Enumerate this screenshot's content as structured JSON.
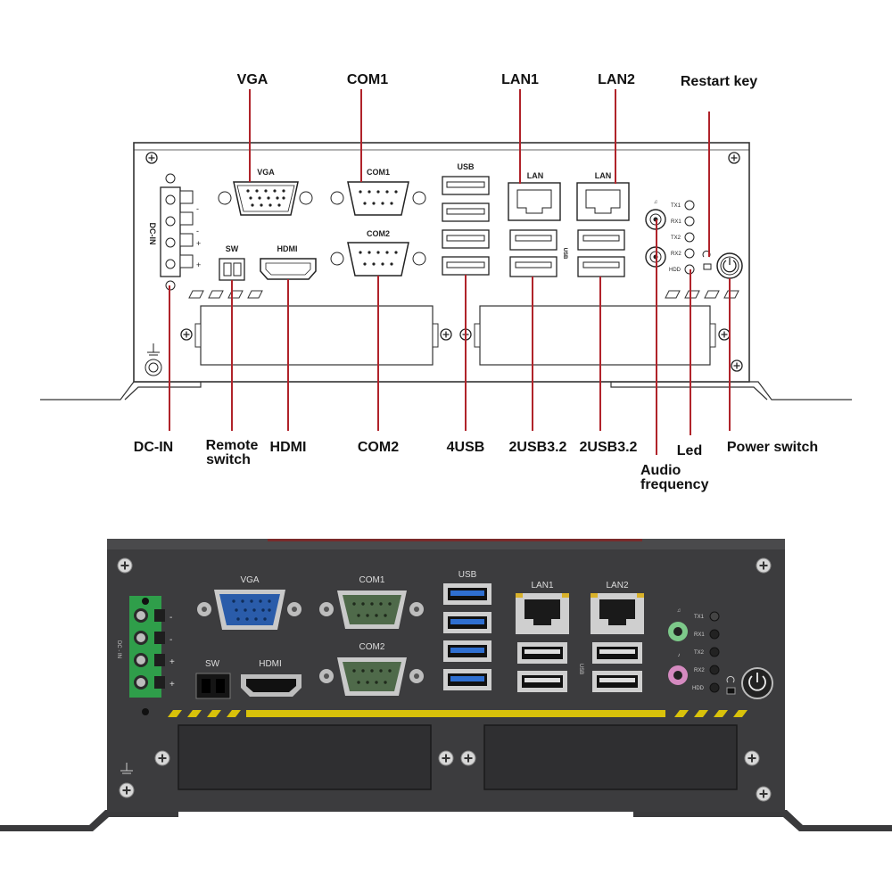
{
  "callouts": {
    "vga": "VGA",
    "com1": "COM1",
    "lan1": "LAN1",
    "lan2": "LAN2",
    "restart_key": "Restart key",
    "dc_in": "DC-IN",
    "remote_switch_line1": "Remote",
    "remote_switch_line2": "switch",
    "hdmi": "HDMI",
    "com2": "COM2",
    "usb4": "4USB",
    "usb32_a": "2USB3.2",
    "usb32_b": "2USB3.2",
    "led": "Led",
    "audio_line1": "Audio",
    "audio_line2": "frequency",
    "power_switch": "Power switch"
  },
  "line_drawing": {
    "dc_in": "DC-IN",
    "vga": "VGA",
    "com1": "COM1",
    "com2": "COM2",
    "sw": "SW",
    "hdmi": "HDMI",
    "usb": "USB",
    "lan": "LAN",
    "usb_side": "USB",
    "leds": [
      "TX1",
      "RX1",
      "TX2",
      "RX2",
      "HDD"
    ]
  },
  "photo": {
    "dc_in": "DC - IN",
    "vga": "VGA",
    "com1": "COM1",
    "com2": "COM2",
    "sw": "SW",
    "hdmi": "HDMI",
    "usb": "USB",
    "lan1": "LAN1",
    "lan2": "LAN2",
    "usb_side": "USB",
    "leds": [
      "TX1",
      "RX1",
      "TX2",
      "RX2",
      "HDD"
    ],
    "polarity": [
      "-",
      "-",
      "+",
      "+"
    ]
  },
  "colors": {
    "callout_line": "#b0232a",
    "chassis_dark": "#3a3a3c",
    "vga_blue": "#2a5caa",
    "com_green": "#4f6a4a",
    "usb3_blue": "#2f6fd0",
    "terminal_green": "#2f9e4a",
    "audio_out": "#7dc98a",
    "mic_in": "#d58ac0",
    "hazard_yellow": "#d9c20a"
  }
}
